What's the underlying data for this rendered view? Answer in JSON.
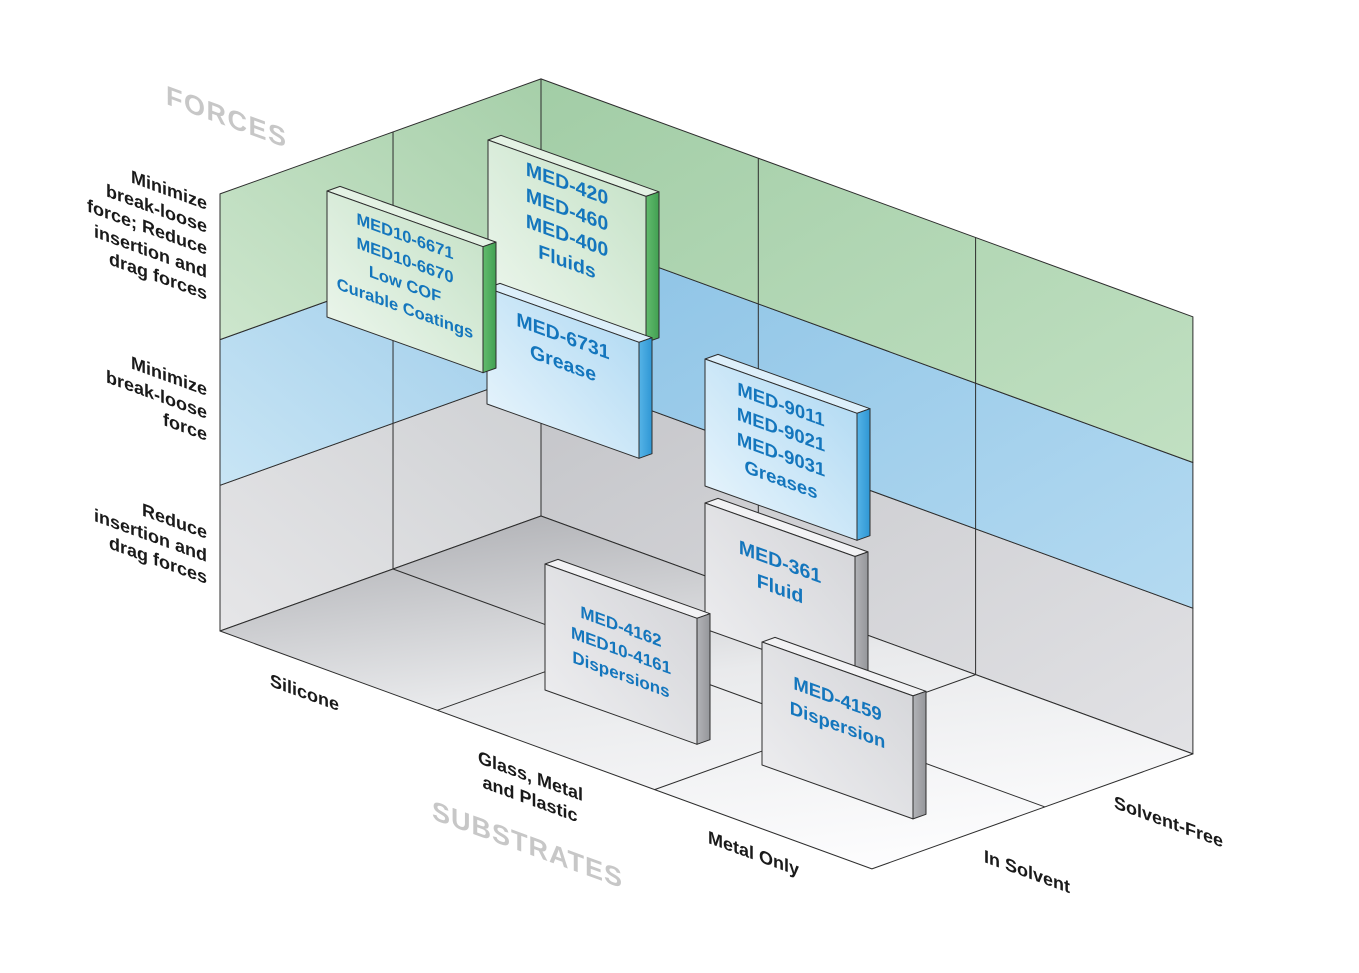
{
  "diagram": {
    "force_axis_title": "FORCES",
    "substrate_axis_title": "SUBSTRATES",
    "force_bands": [
      {
        "key": "top",
        "color": "green",
        "label_lines": [
          "Minimize",
          "break-loose",
          "force; Reduce",
          "insertion and",
          "drag forces"
        ]
      },
      {
        "key": "middle",
        "color": "blue",
        "label_lines": [
          "Minimize",
          "break-loose",
          "force"
        ]
      },
      {
        "key": "bottom",
        "color": "gray",
        "label_lines": [
          "Reduce",
          "insertion and",
          "drag forces"
        ]
      }
    ],
    "substrates": [
      {
        "label_lines": [
          "Silicone"
        ]
      },
      {
        "label_lines": [
          "Glass, Metal",
          "and Plastic"
        ]
      },
      {
        "label_lines": [
          "Metal Only"
        ]
      }
    ],
    "solvents": [
      {
        "label_lines": [
          "In Solvent"
        ]
      },
      {
        "label_lines": [
          "Solvent-Free"
        ]
      }
    ],
    "products": [
      {
        "lines": [
          "MED10-6671",
          "MED10-6670",
          "Low COF",
          "Curable Coatings"
        ],
        "color": "green",
        "substrate": "Silicone",
        "solvent": "In Solvent",
        "forces": "Minimize break-loose force; Reduce insertion and drag forces"
      },
      {
        "lines": [
          "MED-420",
          "MED-460",
          "MED-400",
          "Fluids"
        ],
        "color": "green",
        "substrate": "Silicone",
        "solvent": "Solvent-Free",
        "forces": "Minimize break-loose force; Reduce insertion and drag forces"
      },
      {
        "lines": [
          "MED-6731",
          "Grease"
        ],
        "color": "blue",
        "substrate": "Silicone",
        "solvent": "Solvent-Free",
        "forces": "Minimize break-loose force"
      },
      {
        "lines": [
          "MED-9011",
          "MED-9021",
          "MED-9031",
          "Greases"
        ],
        "color": "blue",
        "substrate": "Glass, Metal and Plastic",
        "solvent": "Solvent-Free",
        "forces": "Minimize break-loose force"
      },
      {
        "lines": [
          "MED-361",
          "Fluid"
        ],
        "color": "gray",
        "substrate": "Glass, Metal and Plastic",
        "solvent": "Solvent-Free",
        "forces": "Reduce insertion and drag forces"
      },
      {
        "lines": [
          "MED-4162",
          "MED10-4161",
          "Dispersions"
        ],
        "color": "gray",
        "substrate": "Glass, Metal and Plastic",
        "solvent": "In Solvent",
        "forces": "Reduce insertion and drag forces"
      },
      {
        "lines": [
          "MED-4159",
          "Dispersion"
        ],
        "color": "gray",
        "substrate": "Metal Only",
        "solvent": "In Solvent",
        "forces": "Reduce insertion and drag forces"
      }
    ],
    "colors": {
      "product_text": "#1476bd",
      "label_text": "#1a1a1a",
      "axis_title_text": "#c7c7c7",
      "band_green": "#abd3ad",
      "band_blue": "#9cccea",
      "band_gray": "#d0d1d4"
    }
  }
}
